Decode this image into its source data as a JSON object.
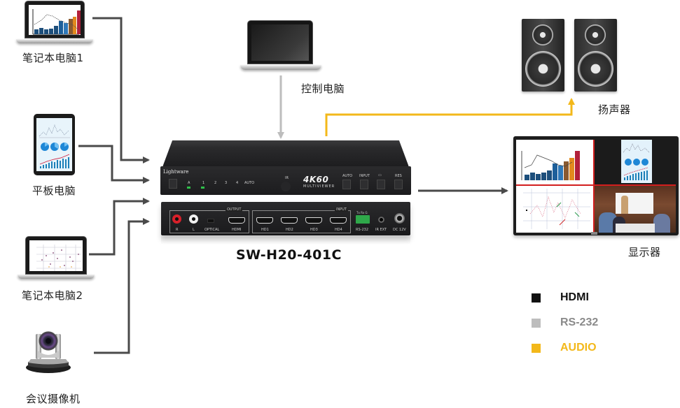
{
  "sources": {
    "laptop1": {
      "label": "笔记本电脑1",
      "icon": "laptop-icon"
    },
    "tablet": {
      "label": "平板电脑",
      "icon": "tablet-icon"
    },
    "laptop2": {
      "label": "笔记本电脑2",
      "icon": "laptop-icon"
    },
    "camera": {
      "label": "会议摄像机",
      "icon": "ptz-camera-icon"
    }
  },
  "control_pc": {
    "label": "控制电脑",
    "icon": "laptop-icon"
  },
  "speakers": {
    "label": "扬声器",
    "icon": "speaker-icon"
  },
  "display": {
    "label": "显示器",
    "icon": "monitor-icon"
  },
  "device": {
    "model": "SW-H20-401C",
    "brand": "Lightware",
    "front": {
      "badge": "4K60",
      "subtitle": "MULTIVIEWER",
      "ir_label": "IR",
      "indicators": [
        "A",
        "1",
        "2",
        "3",
        "4",
        "AUTO"
      ],
      "buttons": [
        "AUTO",
        "INPUT",
        "▭",
        "RES"
      ]
    },
    "back": {
      "output_group": "OUTPUT",
      "input_group": "INPUT",
      "ports": [
        "R",
        "L",
        "OPTICAL",
        "HDMI",
        "HD1",
        "HD2",
        "HD3",
        "HD4",
        "RS-232",
        "IR EXT",
        "DC 12V"
      ],
      "rs232_pins": "Tx Rx G"
    }
  },
  "legend": {
    "items": [
      {
        "label": "HDMI",
        "color": "#111111"
      },
      {
        "label": "RS-232",
        "color": "#bdbdbd"
      },
      {
        "label": "AUDIO",
        "color": "#f3b81a"
      }
    ]
  },
  "colors": {
    "hdmi_line": "#4a4a4a",
    "rs232_line": "#bdbdbd",
    "audio_line": "#f3b81a",
    "split_divider": "#d21e1e"
  }
}
